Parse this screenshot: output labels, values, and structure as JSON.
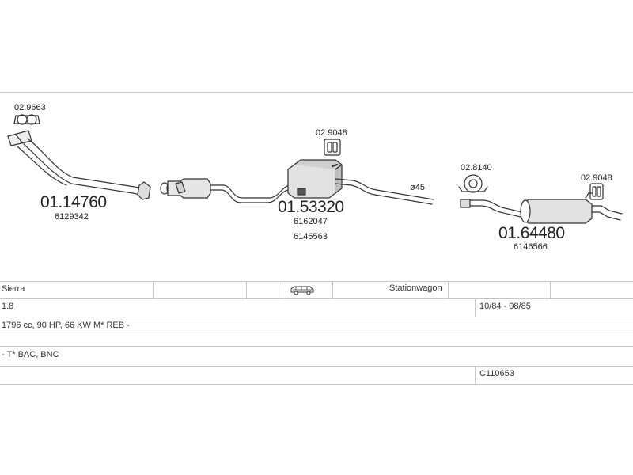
{
  "diagram": {
    "parts": [
      {
        "number": "01.14760",
        "oe": [
          "6129342"
        ]
      },
      {
        "number": "01.53320",
        "oe": [
          "6162047",
          "6146563"
        ]
      },
      {
        "number": "01.64480",
        "oe": [
          "6146566"
        ]
      }
    ],
    "accessories": [
      "02.9663",
      "02.9048",
      "02.8140",
      "02.9048"
    ],
    "diameter_label": "ø45"
  },
  "info": {
    "model": "Sierra",
    "body_type": "Stationwagon",
    "body_icon": "car-estate-icon",
    "engine": "1.8",
    "years": "10/84 - 08/85",
    "spec": "1796 cc, 90 HP, 66 KW M* REB -",
    "notes": "- T* BAC, BNC",
    "code": "C110653"
  }
}
